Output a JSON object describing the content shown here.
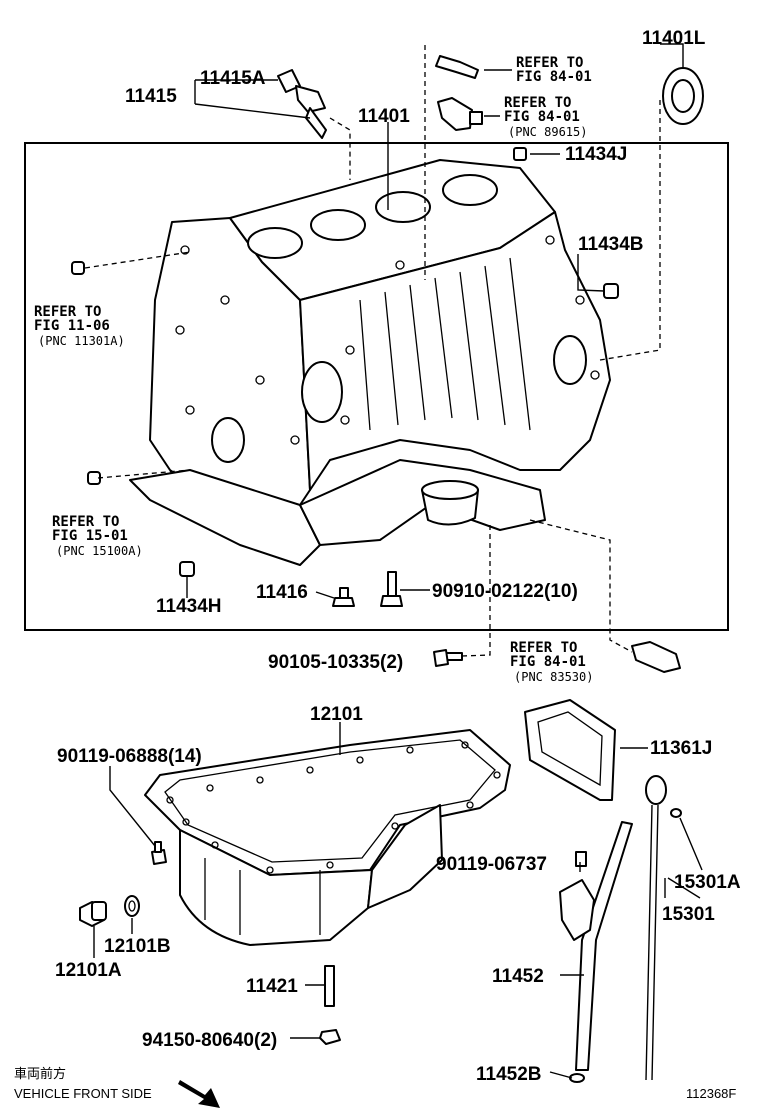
{
  "labels": {
    "p11401L": "11401L",
    "p11415A": "11415A",
    "p11415": "11415",
    "p11401": "11401",
    "p11434J": "11434J",
    "p11434B": "11434B",
    "p11416": "11416",
    "p11434H": "11434H",
    "p90910": "90910-02122(10)",
    "p90105": "90105-10335(2)",
    "p12101": "12101",
    "p11361J": "11361J",
    "p90119_06888": "90119-06888(14)",
    "p90119_06737": "90119-06737",
    "p15301A": "15301A",
    "p15301": "15301",
    "p12101B": "12101B",
    "p12101A": "12101A",
    "p11421": "11421",
    "p94150": "94150-80640(2)",
    "p11452": "11452",
    "p11452B": "11452B"
  },
  "references": {
    "r1": {
      "line1": "REFER TO",
      "line2": "FIG 84-01",
      "line3": ""
    },
    "r2": {
      "line1": "REFER TO",
      "line2": "FIG 84-01",
      "line3": "(PNC 89615)"
    },
    "r3": {
      "line1": "REFER TO",
      "line2": "FIG 11-06",
      "line3": "(PNC 11301A)"
    },
    "r4": {
      "line1": "REFER TO",
      "line2": "FIG 15-01",
      "line3": "(PNC 15100A)"
    },
    "r5": {
      "line1": "REFER TO",
      "line2": "FIG 84-01",
      "line3": "(PNC 83530)"
    }
  },
  "footer": {
    "jp_text": "車両前方",
    "en_text": "VEHICLE FRONT SIDE",
    "code": "112368F"
  }
}
